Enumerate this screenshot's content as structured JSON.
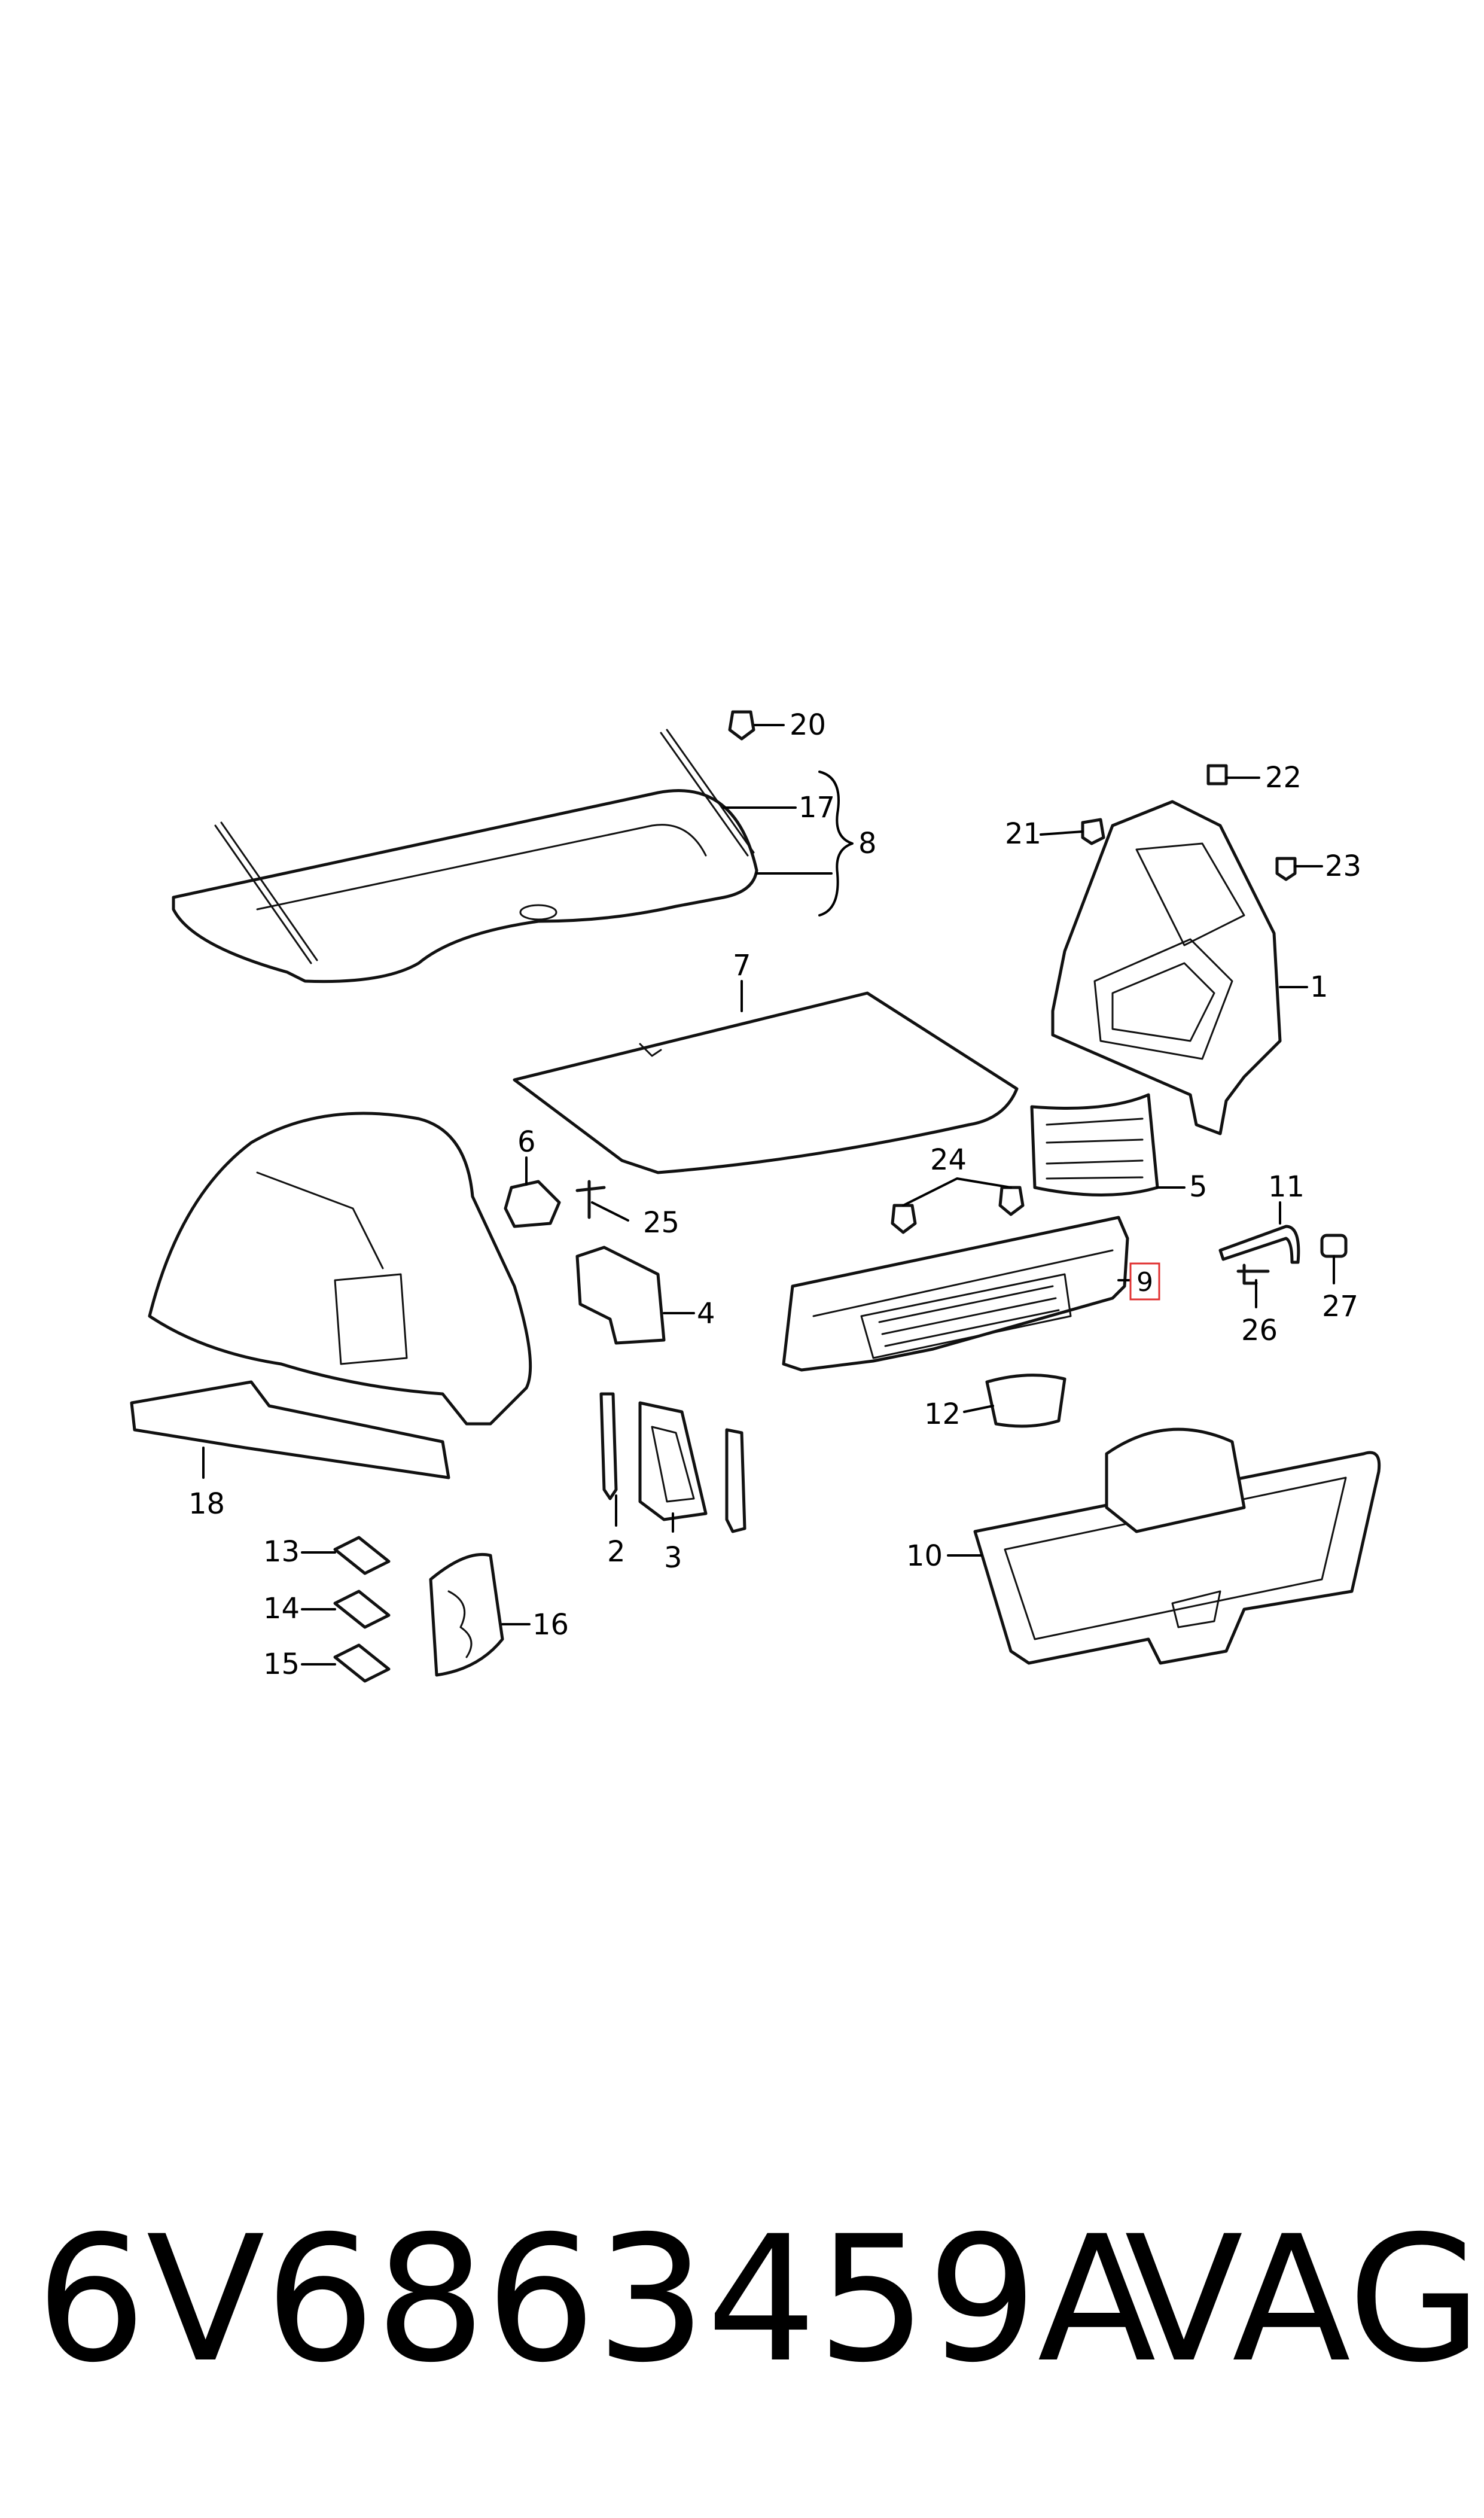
{
  "labels": {
    "l1": "1",
    "l2": "2",
    "l3": "3",
    "l4": "4",
    "l5": "5",
    "l6": "6",
    "l7": "7",
    "l8": "8",
    "l9": "9",
    "l10": "10",
    "l11": "11",
    "l12": "12",
    "l13": "13",
    "l14": "14",
    "l15": "15",
    "l16": "16",
    "l17": "17",
    "l18": "18",
    "l20": "20",
    "l21": "21",
    "l22": "22",
    "l23": "23",
    "l24": "24",
    "l25": "25",
    "l26": "26",
    "l27": "27"
  },
  "highlighted_label": "9",
  "footer": {
    "part_number": "6V6863459A",
    "brand": "VAG"
  }
}
